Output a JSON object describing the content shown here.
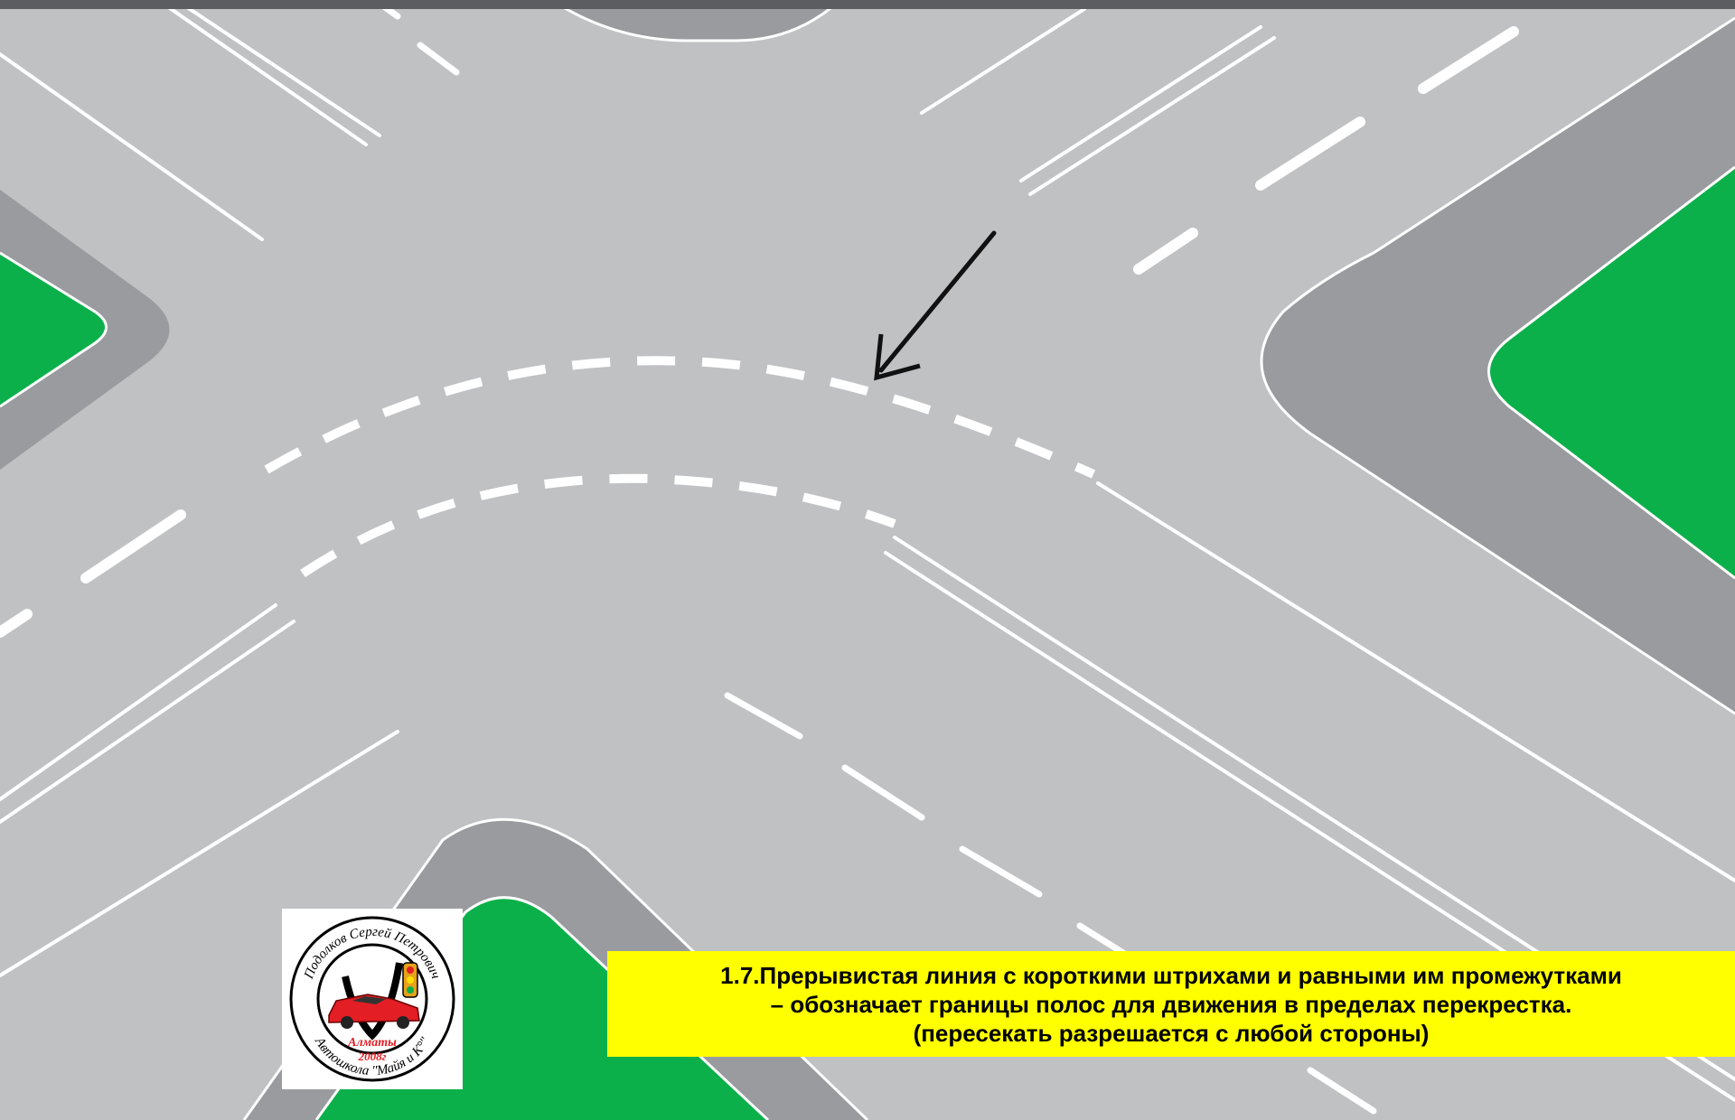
{
  "caption": {
    "line1": "1.7.Прерывистая линия с короткими штрихами и равными им промежутками",
    "line2": "– обозначает границы полос для движения в пределах перекрестка.",
    "line3": "(пересекать разрешается с любой стороны)"
  },
  "logo": {
    "top_arc_text": "Подолков Сергей Петрович",
    "bottom_arc_text": "Автошкола \"Майя и К°\"",
    "city": "Алматы",
    "year": "2008г"
  },
  "colors": {
    "road": "#c0c1c3",
    "curb": "#9a9b9e",
    "grass": "#0cb04a",
    "marking": "#ffffff",
    "caption_bg": "#ffff00",
    "arrow": "#111111",
    "logo_car": "#e31e24"
  },
  "icons": [
    "pointer-arrow-icon",
    "car-icon",
    "traffic-light-icon"
  ]
}
